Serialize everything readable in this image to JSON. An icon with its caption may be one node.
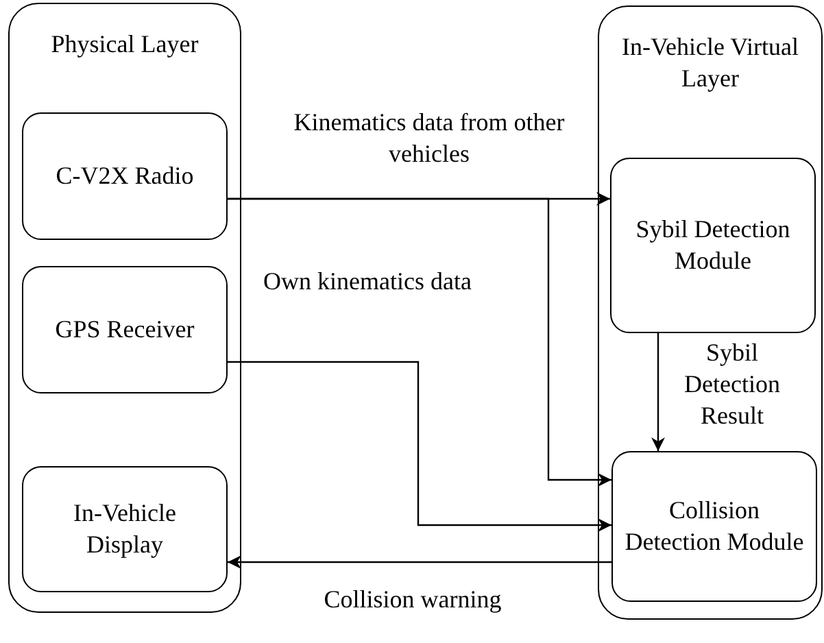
{
  "diagram": {
    "nodes": [
      {
        "text": [
          "Physical Layer"
        ]
      },
      {
        "text": [
          "C-V2X Radio"
        ],
        "in": 0
      },
      {
        "text": [
          "GPS Receiver"
        ],
        "in": 0
      },
      {
        "text": [
          "In-Vehicle Display"
        ],
        "in": 0
      },
      {
        "text": [
          "In-Vehicle Virtual Layer"
        ]
      },
      {
        "text": [
          "Sybil Detection Module"
        ],
        "in": 4
      },
      {
        "text": [
          "Collision Detection Module"
        ],
        "in": 4
      }
    ],
    "edges": [
      {
        "from": 1,
        "to": 5,
        "arrow": "to",
        "label": "Kinematics data from other vehicles"
      },
      {
        "from": 1,
        "to": 6,
        "arrow": "to"
      },
      {
        "from": 2,
        "to": 6,
        "arrow": "to",
        "label": "Own kinematics data"
      },
      {
        "from": 5,
        "to": 6,
        "arrow": "to",
        "label": "Sybil Detection Result"
      },
      {
        "from": 6,
        "to": 3,
        "arrow": "to",
        "label": "Collision warning"
      }
    ]
  }
}
